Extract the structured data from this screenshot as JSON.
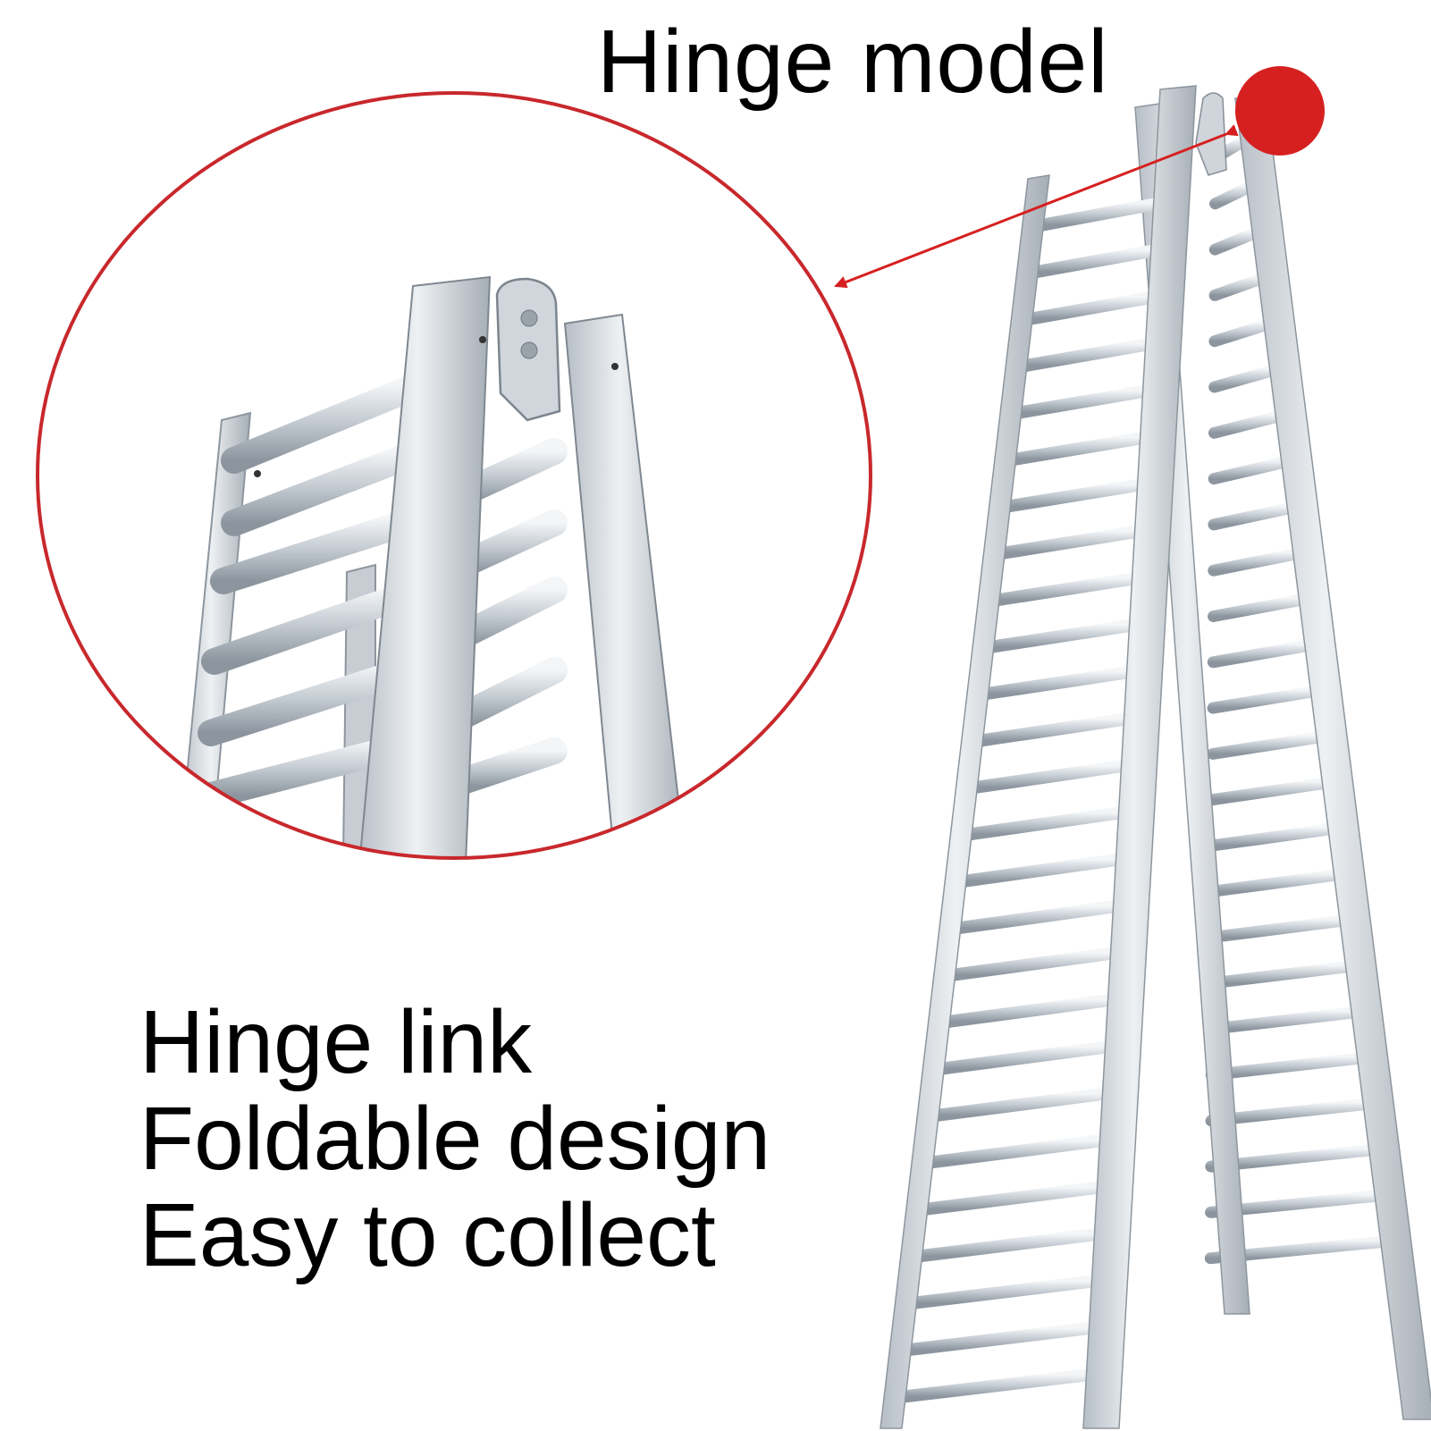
{
  "heading": "Hinge model",
  "features": [
    "Hinge link",
    "Foldable design",
    "Easy to collect"
  ],
  "colors": {
    "accent": "#d62020",
    "text": "#000000",
    "metal_light": "#dfe3e7",
    "metal_mid": "#bcc3ca",
    "metal_dark": "#8e979f"
  },
  "icons": [
    "red-dot-marker-icon",
    "double-arrow-icon"
  ]
}
